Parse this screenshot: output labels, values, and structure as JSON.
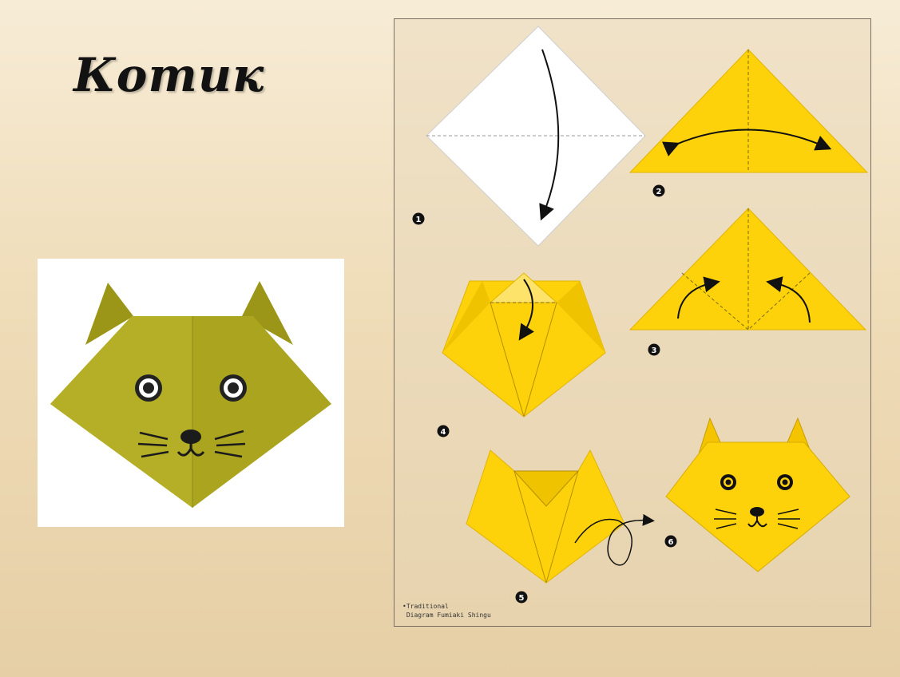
{
  "slide": {
    "title": "Котик"
  },
  "instructions": {
    "steps": [
      {
        "number": "1"
      },
      {
        "number": "2"
      },
      {
        "number": "3"
      },
      {
        "number": "4"
      },
      {
        "number": "5"
      },
      {
        "number": "6"
      }
    ],
    "credit_line1": "•Traditional",
    "credit_line2": " Diagram Fumiaki Shingu"
  },
  "colors": {
    "paper_yellow": "#fdd20b",
    "photo_cat": "#a9a31e",
    "paper_white": "#ffffff"
  }
}
